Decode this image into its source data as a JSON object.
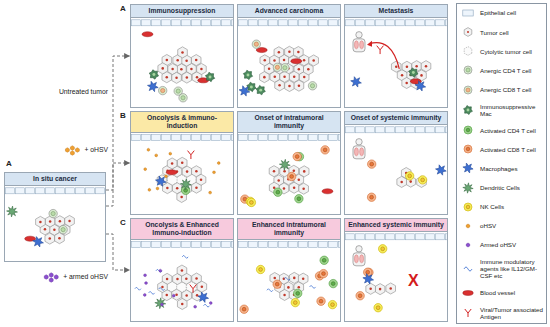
{
  "diagram": {
    "nodes": [
      {
        "text": [
          "In situ cancer"
        ]
      },
      {
        "text": [
          "Immunosuppression"
        ]
      },
      {
        "text": [
          "Advanced carcinoma"
        ]
      },
      {
        "text": [
          "Metastasis"
        ]
      },
      {
        "text": [
          "Oncolysis & immuno-induction"
        ]
      },
      {
        "text": [
          "Onset of intratumoral immunity"
        ]
      },
      {
        "text": [
          "Onset of systemic immunity"
        ]
      },
      {
        "text": [
          "Oncolysis & Enhanced Immuno-induction"
        ]
      },
      {
        "text": [
          "Enhanced intratumoral immunity"
        ]
      },
      {
        "text": [
          "Enhanced systemic immunity"
        ]
      }
    ],
    "edges": [
      {
        "from": 0,
        "to": 1,
        "arrow": "to",
        "label": "Untreated tumor"
      },
      {
        "from": 0,
        "to": 4,
        "arrow": "to",
        "label": "+ oHSV"
      },
      {
        "from": 0,
        "to": 7,
        "arrow": "to",
        "label": "+ armed oHSV"
      }
    ],
    "labels": [
      "A",
      "A",
      "B",
      "C",
      "X"
    ],
    "legend": [
      {
        "text": "Epithelial cell"
      },
      {
        "text": "Tumor cell"
      },
      {
        "text": "Cytolytic tumor cell"
      },
      {
        "text": "Anergic CD4 T cell"
      },
      {
        "text": "Anergic CD8 T cell"
      },
      {
        "text": "Immunosuppressive Mac"
      },
      {
        "text": "Activated CD4 T cell"
      },
      {
        "text": "Activated CD8 T cell"
      },
      {
        "text": "Macrophages"
      },
      {
        "text": "Dendritic Cells"
      },
      {
        "text": "NK Cells"
      },
      {
        "text": "oHSV"
      },
      {
        "text": "Armed oHSV"
      },
      {
        "text": "Immune modulatory agents like IL12/GM-CSF etc"
      },
      {
        "text": "Blood vessel"
      },
      {
        "text": "Viral/Tumor associated Antigen"
      }
    ]
  }
}
